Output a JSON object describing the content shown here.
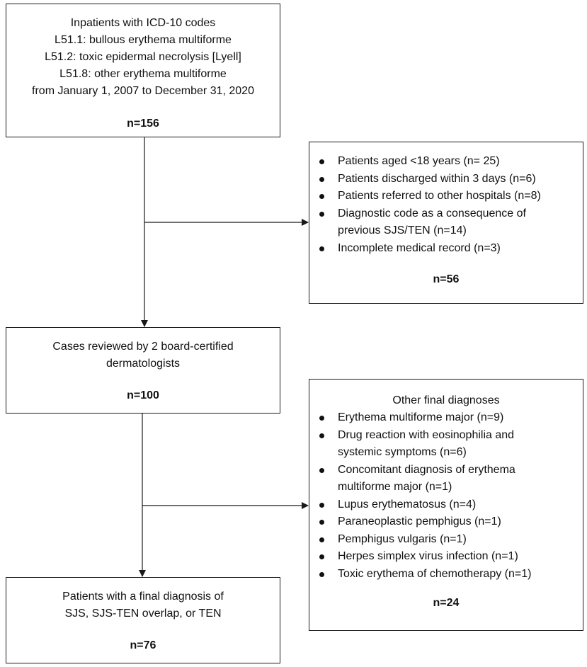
{
  "boxes": {
    "inpatients": {
      "lines": [
        "Inpatients with ICD-10 codes",
        "L51.1: bullous erythema multiforme",
        "L51.2: toxic epidermal necrolysis [Lyell]",
        "L51.8: other erythema multiforme",
        "from January 1, 2007 to December 31, 2020"
      ],
      "count": "n=156"
    },
    "excluded": {
      "items": [
        [
          "Patients aged <18 years (n= 25)"
        ],
        [
          "Patients discharged within 3 days (n=6)"
        ],
        [
          "Patients referred to other hospitals (n=8)"
        ],
        [
          "Diagnostic code as a consequence of",
          "previous SJS/TEN (n=14)"
        ],
        [
          "Incomplete medical record (n=3)"
        ]
      ],
      "count": "n=56"
    },
    "reviewed": {
      "lines": [
        "Cases reviewed by 2 board-certified",
        "dermatologists"
      ],
      "count": "n=100"
    },
    "other": {
      "title": "Other final diagnoses",
      "items": [
        [
          "Erythema multiforme major (n=9)"
        ],
        [
          "Drug reaction with eosinophilia and",
          "systemic symptoms (n=6)"
        ],
        [
          "Concomitant diagnosis of erythema",
          "multiforme major (n=1)"
        ],
        [
          "Lupus erythematosus (n=4)"
        ],
        [
          "Paraneoplastic pemphigus (n=1)"
        ],
        [
          "Pemphigus vulgaris (n=1)"
        ],
        [
          "Herpes simplex virus infection (n=1)"
        ],
        [
          "Toxic erythema of chemotherapy (n=1)"
        ]
      ],
      "count": "n=24"
    },
    "final": {
      "lines": [
        "Patients with a final diagnosis of",
        "SJS, SJS-TEN overlap, or TEN"
      ],
      "count": "n=76"
    }
  }
}
